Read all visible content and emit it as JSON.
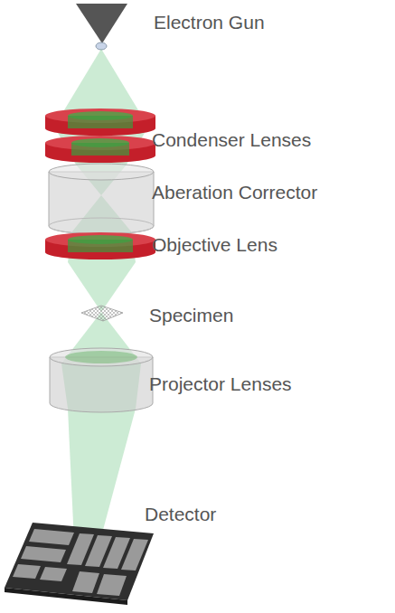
{
  "diagram": {
    "labels": [
      "Electron Gun",
      "Condenser Lenses",
      "Aberation Corrector",
      "Objective Lens",
      "Specimen",
      "Projector Lenses",
      "Detector"
    ]
  }
}
